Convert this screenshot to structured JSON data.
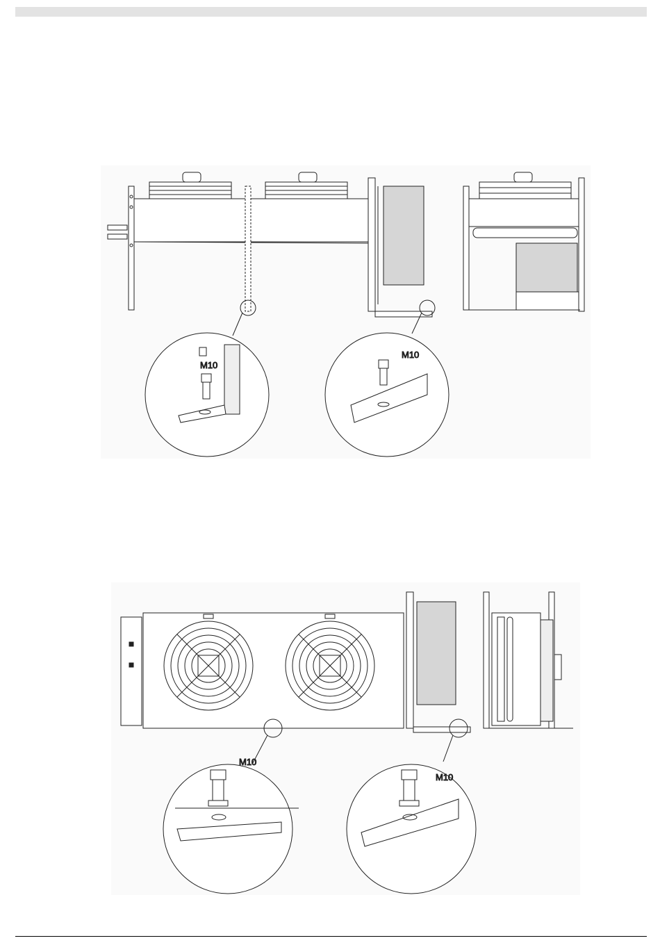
{
  "page": {
    "figures": [
      {
        "id": "ceiling-mount-hanging",
        "callouts": [
          {
            "label": "M10"
          },
          {
            "label": "M10"
          }
        ]
      },
      {
        "id": "ceiling-mount-fans",
        "callouts": [
          {
            "label": "M10"
          },
          {
            "label": "M10"
          }
        ]
      }
    ]
  }
}
